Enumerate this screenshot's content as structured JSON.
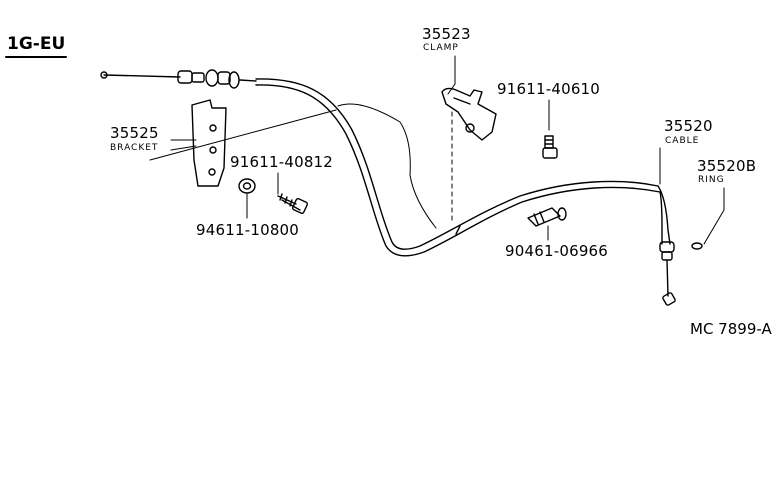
{
  "header": {
    "model": "1G-EU"
  },
  "parts": [
    {
      "id": "p35523",
      "number": "35523",
      "name": "CLAMP"
    },
    {
      "id": "p91611a",
      "number": "91611-40610",
      "name": ""
    },
    {
      "id": "p35525",
      "number": "35525",
      "name": "BRACKET"
    },
    {
      "id": "p91611b",
      "number": "91611-40812",
      "name": ""
    },
    {
      "id": "p94611",
      "number": "94611-10800",
      "name": ""
    },
    {
      "id": "p35520",
      "number": "35520",
      "name": "CABLE"
    },
    {
      "id": "p35520b",
      "number": "35520B",
      "name": "RING"
    },
    {
      "id": "p90461",
      "number": "90461-06966",
      "name": ""
    }
  ],
  "footer": {
    "diagram_code": "MC  7899-A"
  },
  "colors": {
    "ink": "#000000",
    "background": "#ffffff"
  }
}
